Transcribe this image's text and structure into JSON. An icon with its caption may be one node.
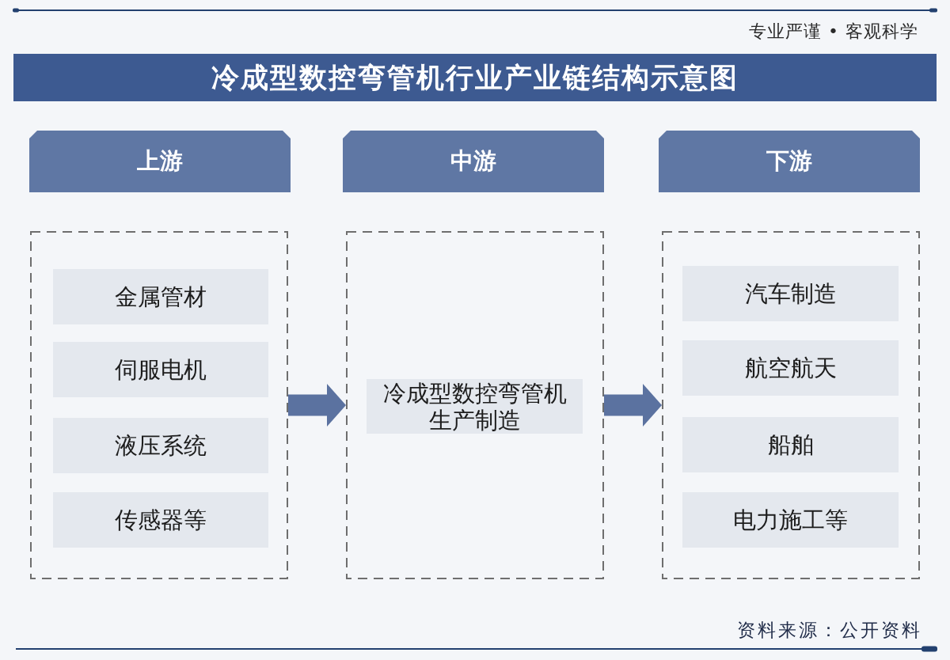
{
  "diagram": {
    "title": "冷成型数控弯管机行业产业链结构示意图",
    "nodes": [
      {
        "text": [
          "上游"
        ]
      },
      {
        "text": [
          "中游"
        ]
      },
      {
        "text": [
          "下游"
        ]
      },
      {
        "text": [],
        "shape": "box"
      },
      {
        "text": [
          "金属管材"
        ],
        "in": 3
      },
      {
        "text": [
          "伺服电机"
        ],
        "in": 3
      },
      {
        "text": [
          "液压系统"
        ],
        "in": 3
      },
      {
        "text": [
          "传感器等"
        ],
        "in": 3
      },
      {
        "text": [],
        "shape": "box"
      },
      {
        "text": [
          "冷成型数控弯管机生产制造"
        ],
        "in": 8
      },
      {
        "text": [],
        "shape": "box"
      },
      {
        "text": [
          "汽车制造"
        ],
        "in": 10
      },
      {
        "text": [
          "航空航天"
        ],
        "in": 10
      },
      {
        "text": [
          "船舶"
        ],
        "in": 10
      },
      {
        "text": [
          "电力施工等"
        ],
        "in": 10
      }
    ],
    "edges": [
      {
        "from": 3,
        "to": 8,
        "arrow": "to"
      },
      {
        "from": 8,
        "to": 10,
        "arrow": "to"
      }
    ],
    "labels": [
      "专业严谨 • 客观科学",
      "资料来源：公开资料"
    ]
  }
}
